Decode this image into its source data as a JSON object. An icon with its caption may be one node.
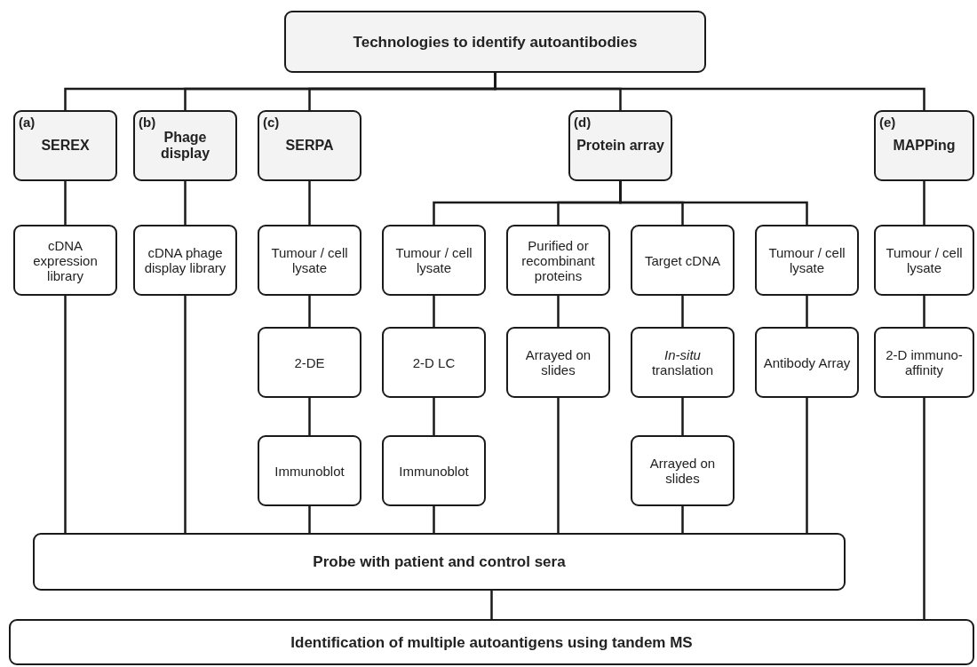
{
  "diagram": {
    "nodes": [
      {
        "text": [
          "Technologies to identify autoantibodies"
        ]
      },
      {
        "text": [
          "(a)",
          "SEREX"
        ]
      },
      {
        "text": [
          "(b)",
          "Phage display"
        ]
      },
      {
        "text": [
          "(c)",
          "SERPA"
        ]
      },
      {
        "text": [
          "(d)",
          "Protein array"
        ]
      },
      {
        "text": [
          "(e)",
          "MAPPing"
        ]
      },
      {
        "text": [
          "cDNA expression library"
        ]
      },
      {
        "text": [
          "cDNA phage display library"
        ]
      },
      {
        "text": [
          "Tumour / cell lysate"
        ]
      },
      {
        "text": [
          "Tumour / cell lysate"
        ]
      },
      {
        "text": [
          "Purified or recombinant proteins"
        ]
      },
      {
        "text": [
          "Target cDNA"
        ]
      },
      {
        "text": [
          "Tumour / cell lysate"
        ]
      },
      {
        "text": [
          "Tumour / cell lysate"
        ]
      },
      {
        "text": [
          "2-DE"
        ]
      },
      {
        "text": [
          "2-D LC"
        ]
      },
      {
        "text": [
          "Arrayed on slides"
        ]
      },
      {
        "text": [
          "*In-situ* translation"
        ]
      },
      {
        "text": [
          "Antibody Array"
        ]
      },
      {
        "text": [
          "2-D immuno-affinity"
        ]
      },
      {
        "text": [
          "Immunoblot"
        ]
      },
      {
        "text": [
          "Immunoblot"
        ]
      },
      {
        "text": [
          "Arrayed on slides"
        ]
      },
      {
        "text": [
          "Probe with patient and control sera"
        ]
      },
      {
        "text": [
          "Identification of multiple autoantigens using tandem MS"
        ]
      }
    ],
    "edges": [
      {
        "from": 0,
        "to": 1,
        "arrow": "none"
      },
      {
        "from": 0,
        "to": 2,
        "arrow": "none"
      },
      {
        "from": 0,
        "to": 3,
        "arrow": "none"
      },
      {
        "from": 0,
        "to": 4,
        "arrow": "none"
      },
      {
        "from": 0,
        "to": 5,
        "arrow": "none"
      },
      {
        "from": 1,
        "to": 6,
        "arrow": "none"
      },
      {
        "from": 2,
        "to": 7,
        "arrow": "none"
      },
      {
        "from": 3,
        "to": 8,
        "arrow": "none"
      },
      {
        "from": 4,
        "to": 9,
        "arrow": "none"
      },
      {
        "from": 4,
        "to": 10,
        "arrow": "none"
      },
      {
        "from": 4,
        "to": 11,
        "arrow": "none"
      },
      {
        "from": 4,
        "to": 12,
        "arrow": "none"
      },
      {
        "from": 5,
        "to": 13,
        "arrow": "none"
      },
      {
        "from": 8,
        "to": 14,
        "arrow": "none"
      },
      {
        "from": 9,
        "to": 15,
        "arrow": "none"
      },
      {
        "from": 10,
        "to": 16,
        "arrow": "none"
      },
      {
        "from": 11,
        "to": 17,
        "arrow": "none"
      },
      {
        "from": 12,
        "to": 18,
        "arrow": "none"
      },
      {
        "from": 13,
        "to": 19,
        "arrow": "none"
      },
      {
        "from": 14,
        "to": 20,
        "arrow": "none"
      },
      {
        "from": 15,
        "to": 21,
        "arrow": "none"
      },
      {
        "from": 17,
        "to": 22,
        "arrow": "none"
      },
      {
        "from": 6,
        "to": 23,
        "arrow": "none"
      },
      {
        "from": 7,
        "to": 23,
        "arrow": "none"
      },
      {
        "from": 20,
        "to": 23,
        "arrow": "none"
      },
      {
        "from": 21,
        "to": 23,
        "arrow": "none"
      },
      {
        "from": 16,
        "to": 23,
        "arrow": "none"
      },
      {
        "from": 22,
        "to": 23,
        "arrow": "none"
      },
      {
        "from": 18,
        "to": 23,
        "arrow": "none"
      },
      {
        "from": 23,
        "to": 24,
        "arrow": "none"
      },
      {
        "from": 19,
        "to": 24,
        "arrow": "none"
      }
    ]
  }
}
